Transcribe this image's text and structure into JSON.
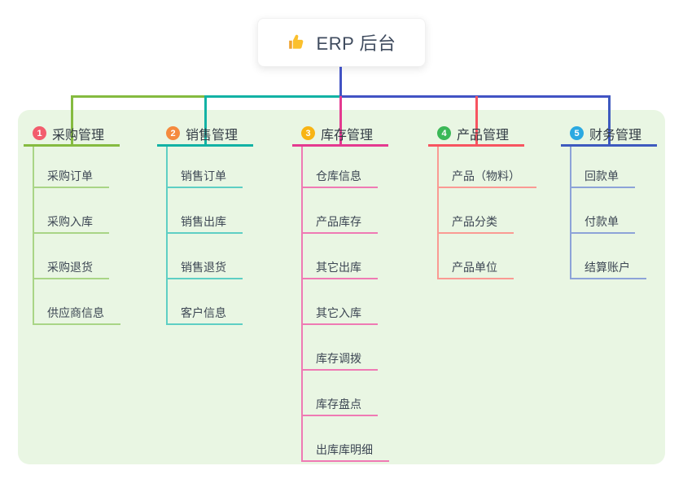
{
  "root": {
    "title": "ERP 后台",
    "icon": "thumbs-up-icon"
  },
  "colors": {
    "canvas_bg": "#ffffff",
    "panel_bg": "#e9f6e3",
    "root_connector": "#4253c4",
    "root_text": "#3f4b5e",
    "branch_text": "#333c45",
    "child_text": "#3d4754"
  },
  "branches": [
    {
      "badge": "1",
      "label": "采购管理",
      "badge_color": "#f25d6d",
      "line_color": "#85bb40",
      "child_line_color": "#a9d586",
      "children": [
        "采购订单",
        "采购入库",
        "采购退货",
        "供应商信息"
      ]
    },
    {
      "badge": "2",
      "label": "销售管理",
      "badge_color": "#f58a3e",
      "line_color": "#12b2a4",
      "child_line_color": "#5ecfc4",
      "children": [
        "销售订单",
        "销售出库",
        "销售退货",
        "客户信息"
      ]
    },
    {
      "badge": "3",
      "label": "库存管理",
      "badge_color": "#f8b414",
      "line_color": "#e43a90",
      "child_line_color": "#ef7ab4",
      "children": [
        "仓库信息",
        "产品库存",
        "其它出库",
        "其它入库",
        "库存调拨",
        "库存盘点",
        "出库库明细"
      ]
    },
    {
      "badge": "4",
      "label": "产品管理",
      "badge_color": "#3bb857",
      "line_color": "#f75460",
      "child_line_color": "#fa9a93",
      "children": [
        "产品（物料）",
        "产品分类",
        "产品单位"
      ]
    },
    {
      "badge": "5",
      "label": "财务管理",
      "badge_color": "#2ba9e1",
      "line_color": "#3e5abf",
      "child_line_color": "#8da3d8",
      "children": [
        "回款单",
        "付款单",
        "结算账户"
      ]
    }
  ]
}
